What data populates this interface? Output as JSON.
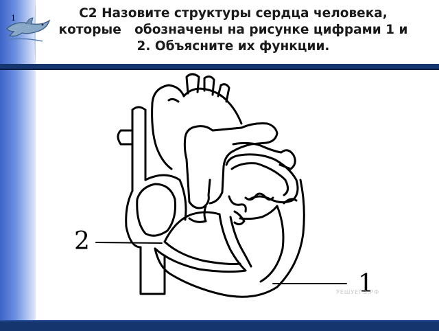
{
  "slide": {
    "number": "1",
    "title_lines": [
      "С2 Назовите структуры сердца человека,",
      "которые   обозначены на рисунке цифрами 1 и",
      "2. Объясните их функции."
    ]
  },
  "figure": {
    "label_2": "2",
    "label_1": "1",
    "watermark": "РЕШУЕГЭ.РФ"
  },
  "colors": {
    "accent_dark": "#15356e",
    "strip_blue": "#3d63c8"
  },
  "icons": [
    "dolphin-logo-icon"
  ]
}
